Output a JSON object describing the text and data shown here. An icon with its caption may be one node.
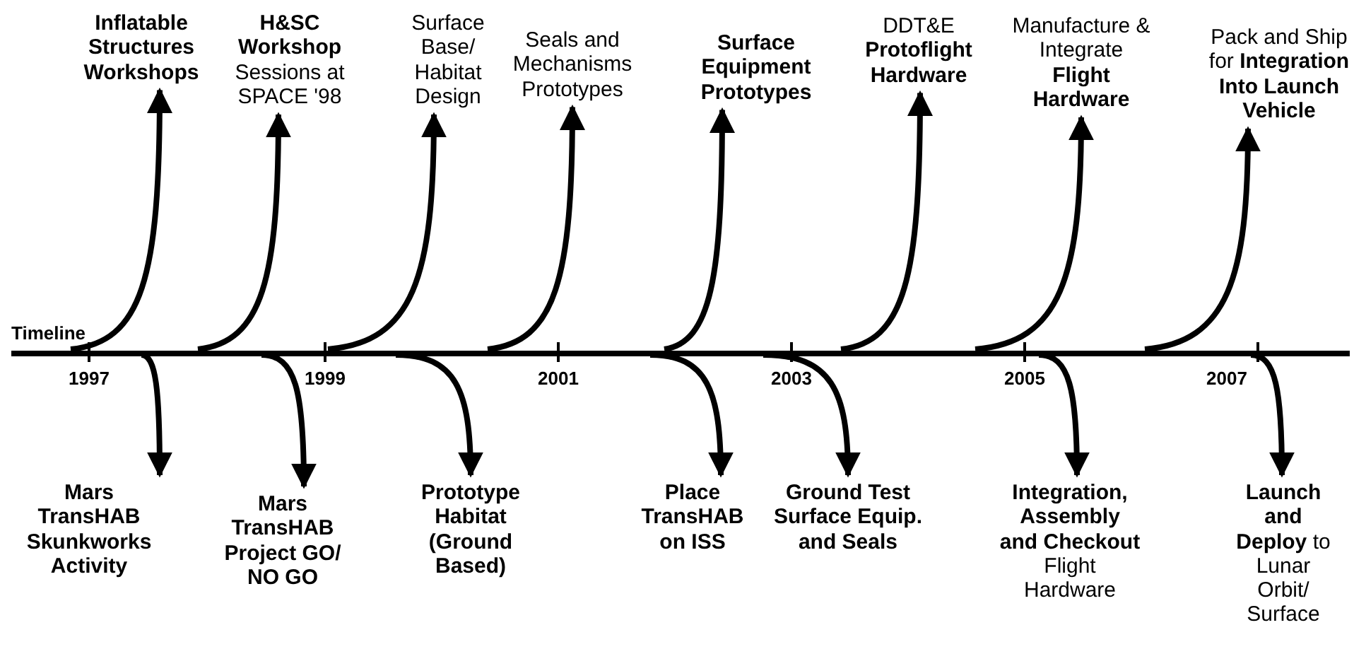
{
  "diagram": {
    "nodes": [
      {
        "text": [
          "Timeline"
        ],
        "beside": [
          "1997",
          "1999",
          "2001",
          "2003",
          "2005",
          "2007"
        ]
      },
      {
        "text": [
          "Inflatable Structures Workshops"
        ]
      },
      {
        "text": [
          "**H&SC Workshop** Sessions at SPACE '98"
        ]
      },
      {
        "text": [
          "Surface Base/ Habitat Design"
        ]
      },
      {
        "text": [
          "Seals and Mechanisms Prototypes"
        ]
      },
      {
        "text": [
          "Surface Equipment Prototypes"
        ]
      },
      {
        "text": [
          "DDT&E **Protoflight Hardware**"
        ]
      },
      {
        "text": [
          "Manufacture & Integrate **Flight Hardware**"
        ]
      },
      {
        "text": [
          "Pack and Ship for **Integration Into Launch Vehicle**"
        ]
      },
      {
        "text": [
          "Mars TransHAB Skunkworks Activity"
        ]
      },
      {
        "text": [
          "Mars TransHAB Project GO/ NO GO"
        ]
      },
      {
        "text": [
          "Prototype Habitat (Ground Based)"
        ]
      },
      {
        "text": [
          "Place TransHAB on ISS"
        ]
      },
      {
        "text": [
          "Ground Test Surface Equip. and Seals"
        ]
      },
      {
        "text": [
          "**Integration, Assembly and Checkout** Flight Hardware"
        ]
      },
      {
        "text": [
          "**Launch and Deploy** to Lunar Orbit/ Surface"
        ]
      }
    ],
    "edges": [
      {
        "from": 0,
        "to": 1,
        "arrow": "to"
      },
      {
        "from": 0,
        "to": 2,
        "arrow": "to"
      },
      {
        "from": 0,
        "to": 3,
        "arrow": "to"
      },
      {
        "from": 0,
        "to": 4,
        "arrow": "to"
      },
      {
        "from": 0,
        "to": 5,
        "arrow": "to"
      },
      {
        "from": 0,
        "to": 6,
        "arrow": "to"
      },
      {
        "from": 0,
        "to": 7,
        "arrow": "to"
      },
      {
        "from": 0,
        "to": 8,
        "arrow": "to"
      },
      {
        "from": 0,
        "to": 9,
        "arrow": "to"
      },
      {
        "from": 0,
        "to": 10,
        "arrow": "to"
      },
      {
        "from": 0,
        "to": 11,
        "arrow": "to"
      },
      {
        "from": 0,
        "to": 12,
        "arrow": "to"
      },
      {
        "from": 0,
        "to": 13,
        "arrow": "to"
      },
      {
        "from": 0,
        "to": 14,
        "arrow": "to"
      },
      {
        "from": 0,
        "to": 15,
        "arrow": "to"
      }
    ]
  }
}
